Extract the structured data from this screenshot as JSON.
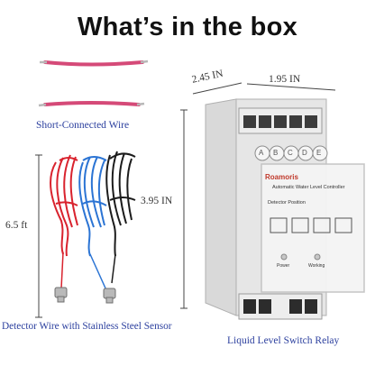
{
  "title": "What’s in the box",
  "labels": {
    "short_wire": "Short-Connected Wire",
    "detector_wire": "Detector Wire with Stainless Steel Sensor",
    "relay": "Liquid Level Switch Relay"
  },
  "dimensions": {
    "depth": "2.45 IN",
    "width": "1.95 IN",
    "height": "3.95 IN",
    "wire_length": "6.5 ft"
  },
  "device": {
    "brand": "Roamoris",
    "model_line": "Automatic Water Level Controller",
    "detector_position": "Detector Position",
    "terminals": [
      "A",
      "B",
      "C",
      "D",
      "E"
    ],
    "power_label": "Power",
    "working_label": "Working"
  },
  "colors": {
    "caption": "#2b3f9e",
    "brand": "#c0392b",
    "red_wire": "#d9232e",
    "blue_wire": "#2b74d4",
    "black_wire": "#1c1c1c",
    "pink_wire": "#d54a78"
  }
}
